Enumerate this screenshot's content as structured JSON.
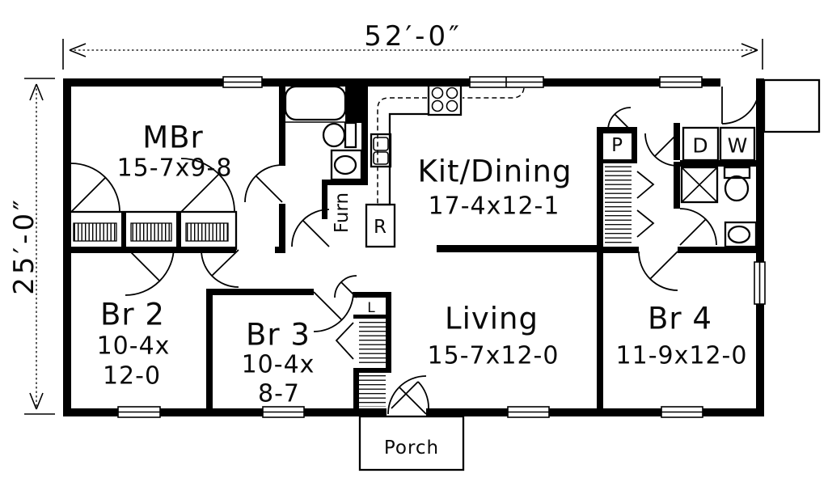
{
  "plan": {
    "overall_width": "52′-0″",
    "overall_depth": "25′-0″"
  },
  "rooms": {
    "mbr": {
      "name": "MBr",
      "size": "15-7x9-8"
    },
    "kit": {
      "name": "Kit/Dining",
      "size": "17-4x12-1"
    },
    "br2": {
      "name": "Br 2",
      "size_line1": "10-4x",
      "size_line2": "12-0"
    },
    "br3": {
      "name": "Br 3",
      "size_line1": "10-4x",
      "size_line2": "8-7"
    },
    "living": {
      "name": "Living",
      "size": "15-7x12-0"
    },
    "br4": {
      "name": "Br 4",
      "size": "11-9x12-0"
    }
  },
  "features": {
    "furnace": "Furn",
    "range": "R",
    "pantry": "P",
    "dryer": "D",
    "washer": "W",
    "linen": "L",
    "porch": "Porch"
  },
  "colors": {
    "line": "#000000",
    "background": "#ffffff"
  }
}
